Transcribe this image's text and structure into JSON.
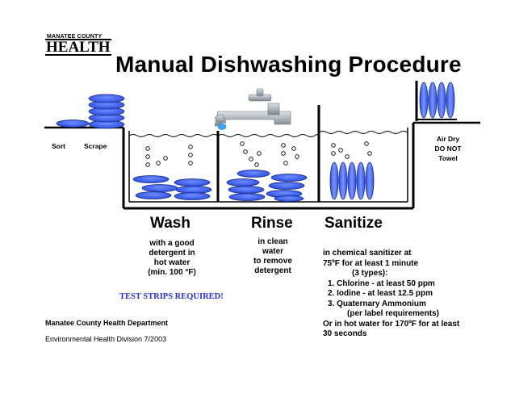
{
  "logo": {
    "top_text": "MANATEE COUNTY",
    "word": "HEALTH"
  },
  "title": "Manual Dishwashing Procedure",
  "labels": {
    "sort": "Sort",
    "scrape": "Scrape",
    "air_dry": [
      "Air Dry",
      "DO NOT",
      "Towel"
    ]
  },
  "stages": {
    "wash": {
      "title": "Wash",
      "lines": [
        "with a good",
        "detergent in",
        "hot water",
        "(min. 100 °F)"
      ]
    },
    "rinse": {
      "title": "Rinse",
      "lines": [
        "in clean",
        "water",
        "to remove",
        "detergent"
      ]
    },
    "sanitize": {
      "title": "Sanitize",
      "lines": [
        "in chemical sanitizer at",
        "75ºF for at least 1 minute",
        "(3 types):",
        "1.  Chlorine - at least 50 ppm",
        "2.  Iodine - at least 12.5 ppm",
        "3.  Quaternary Ammonium",
        "(per label requirements)",
        "Or in hot water for 170ºF for at least",
        "30 seconds"
      ]
    }
  },
  "notice": "TEST STRIPS REQUIRED!",
  "footer": {
    "line1": "Manatee County Health Department",
    "line2": "Environmental Health Division    7/2003"
  },
  "colors": {
    "plate": "#3a5fe8",
    "plate_edge": "#1a2f8a",
    "text_blue": "#2c2cd6",
    "faucet": "#9aa3ab"
  }
}
